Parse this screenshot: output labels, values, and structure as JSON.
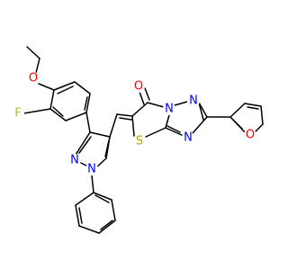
{
  "molecule": {
    "atom_labels": {
      "ethoxy_oxygen": "O",
      "fluorine": "F",
      "carbonyl_oxygen": "O",
      "furan_oxygen": "O",
      "thiazole_sulfur": "S",
      "pyrazole_n1": "N",
      "pyrazole_n2": "N",
      "triazole_n_bridge": "N",
      "triazole_n_top": "N",
      "triazole_n_bottom": "N"
    },
    "colors": {
      "bond": "#000000",
      "oxygen": "#ff0000",
      "nitrogen": "#0000ff",
      "sulfur": "#b8a000",
      "fluorine": "#99cc33"
    }
  }
}
